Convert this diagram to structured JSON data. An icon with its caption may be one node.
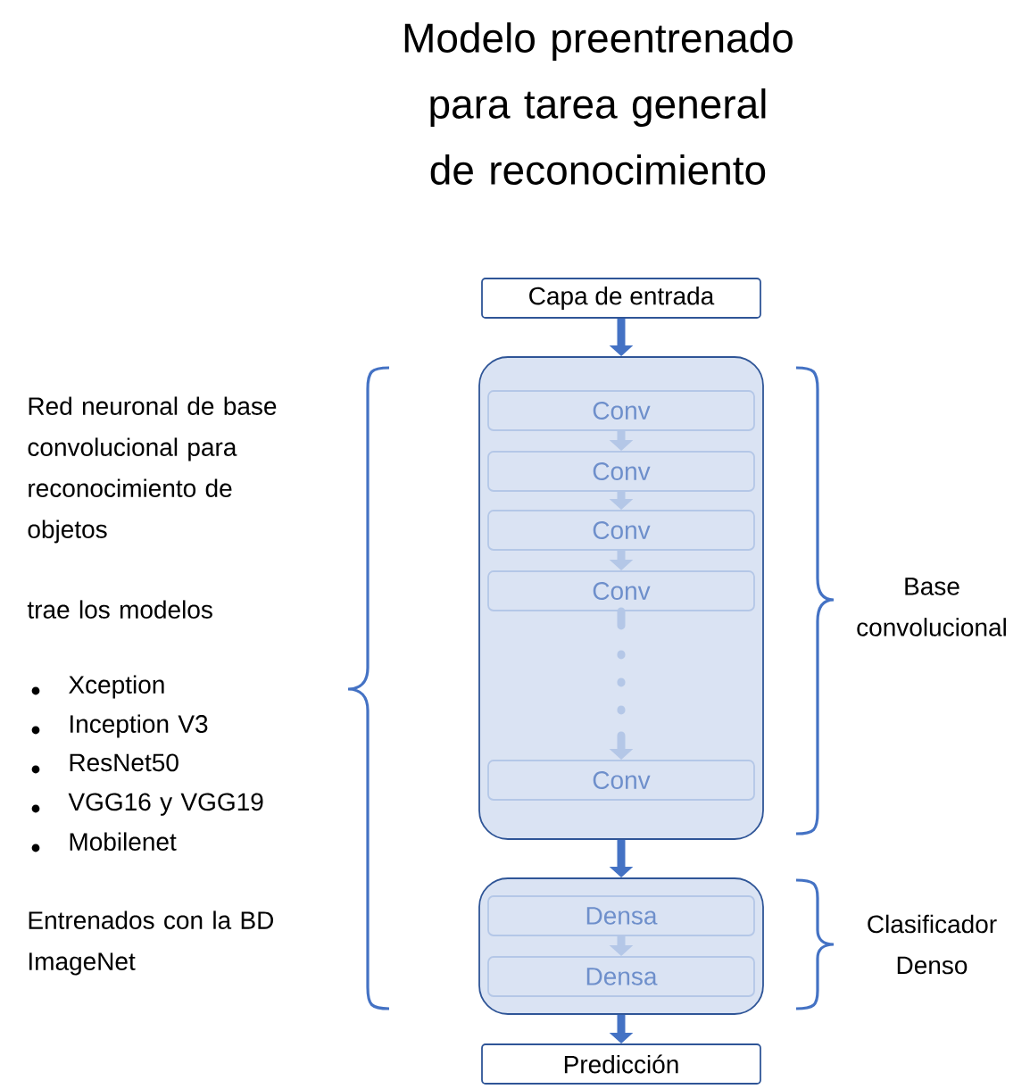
{
  "diagram": {
    "title": "Modelo preentrenado para tarea general de reconocimiento",
    "nodes": [
      {
        "text": [
          "Capa de entrada"
        ]
      },
      {
        "text": [],
        "shape": "box"
      },
      {
        "text": [
          "Conv"
        ],
        "in": 1
      },
      {
        "text": [
          "Conv"
        ],
        "in": 1
      },
      {
        "text": [
          "Conv"
        ],
        "in": 1
      },
      {
        "text": [
          "Conv"
        ],
        "in": 1
      },
      {
        "text": [
          "Conv"
        ],
        "in": 1
      },
      {
        "text": [],
        "shape": "box"
      },
      {
        "text": [
          "Densa"
        ],
        "in": 7
      },
      {
        "text": [
          "Densa"
        ],
        "in": 7
      },
      {
        "text": [
          "Predicción"
        ]
      }
    ],
    "edges": [
      {
        "from": 0,
        "to": 1,
        "arrow": "to",
        "color": "#4472c4"
      },
      {
        "from": 2,
        "to": 3,
        "arrow": "to"
      },
      {
        "from": 3,
        "to": 4,
        "arrow": "to"
      },
      {
        "from": 4,
        "to": 5,
        "arrow": "to"
      },
      {
        "from": 5,
        "to": 6,
        "arrow": "to",
        "style": "dashed"
      },
      {
        "from": 1,
        "to": 7,
        "arrow": "to",
        "color": "#4472c4"
      },
      {
        "from": 8,
        "to": 9,
        "arrow": "to"
      },
      {
        "from": 7,
        "to": 10,
        "arrow": "to",
        "color": "#4472c4"
      }
    ],
    "labels": [
      "Red neuronal de base convolucional para reconocimiento de objetos",
      "trae los modelos",
      "Xception",
      "Inception V3",
      "ResNet50",
      "VGG16 y VGG19",
      "Mobilenet",
      "Entrenados con la BD ImageNet",
      "Base convolucional",
      "Clasificador Denso"
    ]
  }
}
